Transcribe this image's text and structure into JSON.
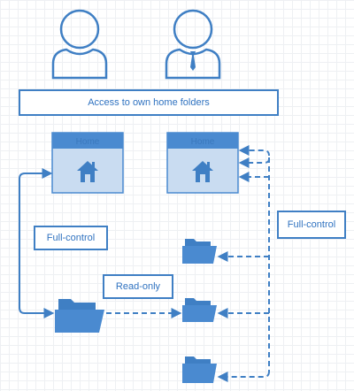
{
  "diagram": {
    "banner": "Access to own home folders",
    "labels": {
      "full_control_left": "Full-control",
      "read_only": "Read-only",
      "full_control_right": "Full-control"
    },
    "home_windows": [
      {
        "title": "Home"
      },
      {
        "title": "Home"
      }
    ]
  },
  "colors": {
    "accent": "#3f7fc4",
    "fill": "#4a8ad0",
    "window_fill": "#c9dcf1"
  }
}
